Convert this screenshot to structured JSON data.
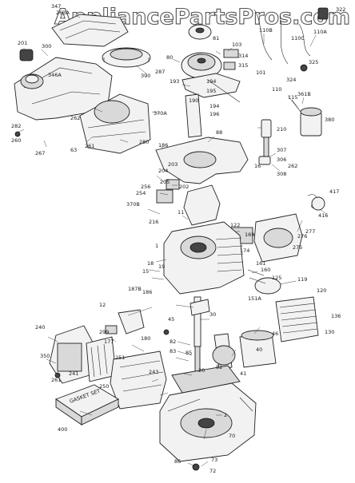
{
  "watermark": "AppliancePartsPros.com",
  "gasket_set_label": "GASKET SET",
  "callouts": [
    {
      "id": "c347",
      "text": "347"
    },
    {
      "id": "c263a",
      "text": "263A"
    },
    {
      "id": "c322",
      "text": "322"
    },
    {
      "id": "c201",
      "text": "201"
    },
    {
      "id": "c300",
      "text": "300"
    },
    {
      "id": "c110b",
      "text": "110B"
    },
    {
      "id": "c110a",
      "text": "110A"
    },
    {
      "id": "c110c",
      "text": "110C"
    },
    {
      "id": "c390",
      "text": "390"
    },
    {
      "id": "c287",
      "text": "287"
    },
    {
      "id": "c80",
      "text": "80"
    },
    {
      "id": "c81",
      "text": "81"
    },
    {
      "id": "c103",
      "text": "103"
    },
    {
      "id": "c314",
      "text": "314"
    },
    {
      "id": "c315",
      "text": "315"
    },
    {
      "id": "c325",
      "text": "325"
    },
    {
      "id": "c346a",
      "text": "346A"
    },
    {
      "id": "c101",
      "text": "101"
    },
    {
      "id": "c324",
      "text": "324"
    },
    {
      "id": "c193",
      "text": "193"
    },
    {
      "id": "c194a",
      "text": "194"
    },
    {
      "id": "c195",
      "text": "195"
    },
    {
      "id": "c190",
      "text": "190"
    },
    {
      "id": "c110",
      "text": "110"
    },
    {
      "id": "c361b",
      "text": "361B"
    },
    {
      "id": "c115",
      "text": "115"
    },
    {
      "id": "c370a",
      "text": "370A"
    },
    {
      "id": "c194b",
      "text": "194"
    },
    {
      "id": "c196",
      "text": "196"
    },
    {
      "id": "c380",
      "text": "380"
    },
    {
      "id": "c262",
      "text": "262"
    },
    {
      "id": "c282",
      "text": "282"
    },
    {
      "id": "c261",
      "text": "261"
    },
    {
      "id": "c280",
      "text": "280"
    },
    {
      "id": "c63",
      "text": "63"
    },
    {
      "id": "c260",
      "text": "260"
    },
    {
      "id": "c267",
      "text": "267"
    },
    {
      "id": "c186",
      "text": "186"
    },
    {
      "id": "c88",
      "text": "88"
    },
    {
      "id": "c210",
      "text": "210"
    },
    {
      "id": "c307",
      "text": "307"
    },
    {
      "id": "c306",
      "text": "306"
    },
    {
      "id": "c262b",
      "text": "262"
    },
    {
      "id": "c308",
      "text": "308"
    },
    {
      "id": "c16",
      "text": "16"
    },
    {
      "id": "c203",
      "text": "203"
    },
    {
      "id": "c204",
      "text": "204"
    },
    {
      "id": "c205",
      "text": "205"
    },
    {
      "id": "c202",
      "text": "202"
    },
    {
      "id": "c256",
      "text": "256"
    },
    {
      "id": "c254",
      "text": "254"
    },
    {
      "id": "c370b",
      "text": "370B"
    },
    {
      "id": "c216",
      "text": "216"
    },
    {
      "id": "c417",
      "text": "417"
    },
    {
      "id": "c416",
      "text": "416"
    },
    {
      "id": "c11",
      "text": "11"
    },
    {
      "id": "c122",
      "text": "122"
    },
    {
      "id": "c169",
      "text": "169"
    },
    {
      "id": "c277",
      "text": "277"
    },
    {
      "id": "c276",
      "text": "276"
    },
    {
      "id": "c275",
      "text": "275"
    },
    {
      "id": "c174",
      "text": "174"
    },
    {
      "id": "c1",
      "text": "1"
    },
    {
      "id": "c161",
      "text": "161"
    },
    {
      "id": "c160",
      "text": "160"
    },
    {
      "id": "c125",
      "text": "125"
    },
    {
      "id": "c15",
      "text": "15"
    },
    {
      "id": "c18",
      "text": "18"
    },
    {
      "id": "c19",
      "text": "19"
    },
    {
      "id": "c151a",
      "text": "151A"
    },
    {
      "id": "c119",
      "text": "119"
    },
    {
      "id": "c120",
      "text": "120"
    },
    {
      "id": "c187b",
      "text": "187B"
    },
    {
      "id": "c186b",
      "text": "186"
    },
    {
      "id": "c12",
      "text": "12"
    },
    {
      "id": "c45",
      "text": "45"
    },
    {
      "id": "c30",
      "text": "30"
    },
    {
      "id": "c136",
      "text": "136"
    },
    {
      "id": "c130",
      "text": "130"
    },
    {
      "id": "c240",
      "text": "240"
    },
    {
      "id": "c299",
      "text": "299"
    },
    {
      "id": "c177",
      "text": "177"
    },
    {
      "id": "c180",
      "text": "180"
    },
    {
      "id": "c82",
      "text": "82"
    },
    {
      "id": "c83",
      "text": "83"
    },
    {
      "id": "c85",
      "text": "85"
    },
    {
      "id": "c46",
      "text": "46"
    },
    {
      "id": "c40",
      "text": "40"
    },
    {
      "id": "c41",
      "text": "41"
    },
    {
      "id": "c350",
      "text": "350"
    },
    {
      "id": "c241",
      "text": "241"
    },
    {
      "id": "c251",
      "text": "251"
    },
    {
      "id": "c243",
      "text": "243"
    },
    {
      "id": "c250",
      "text": "250"
    },
    {
      "id": "c261b",
      "text": "261"
    },
    {
      "id": "c2",
      "text": "2"
    },
    {
      "id": "c400",
      "text": "400"
    },
    {
      "id": "c70",
      "text": "70"
    },
    {
      "id": "c72",
      "text": "72"
    },
    {
      "id": "c73",
      "text": "73"
    },
    {
      "id": "c86",
      "text": "86"
    },
    {
      "id": "c20",
      "text": "20"
    },
    {
      "id": "c52",
      "text": "52"
    }
  ]
}
